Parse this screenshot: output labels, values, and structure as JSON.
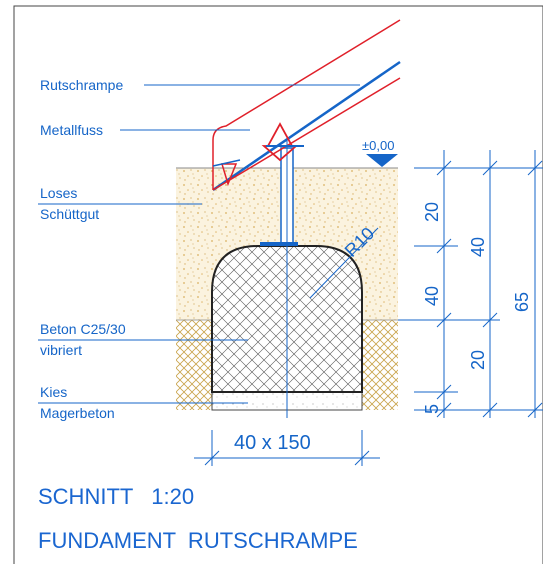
{
  "labels": {
    "ramp": "Rutschrampe",
    "metal_foot": "Metallfuss",
    "loose_fill_1": "Loses",
    "loose_fill_2": "Schüttgut",
    "concrete_1": "Beton C25/30",
    "concrete_2": "vibriert",
    "gravel": "Kies",
    "lean_concrete": "Magerbeton"
  },
  "level_mark": "±0,00",
  "radius_label": "R10",
  "dimensions": {
    "d20_top": "20",
    "d40_left": "40",
    "d40_mid": "40",
    "d20_bottom": "20",
    "d5": "5",
    "d65": "65",
    "width": "40 x 150"
  },
  "title": {
    "line1": "SCHNITT   1:20",
    "line2": "FUNDAMENT  RUTSCHRAMPE"
  },
  "colors": {
    "blue": "#1565c8",
    "red": "#e0202a",
    "soil": "#e8c98a",
    "gravel": "#c9a44a",
    "outline": "#222222"
  }
}
